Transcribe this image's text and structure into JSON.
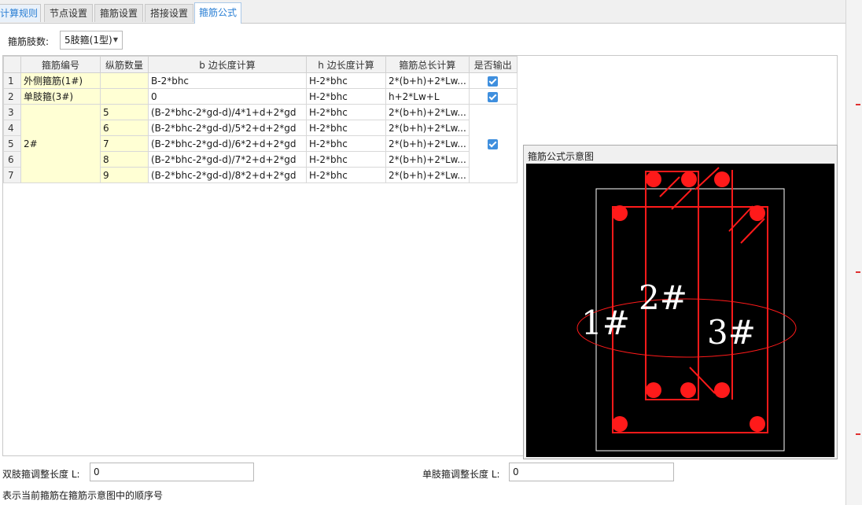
{
  "tabs": [
    "计算规则",
    "节点设置",
    "箍筋设置",
    "搭接设置",
    "箍筋公式"
  ],
  "stirrup_count": {
    "label": "箍筋肢数:",
    "value": "5肢箍(1型)"
  },
  "grid": {
    "headers": [
      "箍筋编号",
      "纵筋数量",
      "b 边长度计算",
      "h 边长度计算",
      "箍筋总长计算",
      "是否输出"
    ],
    "row_numbers": [
      "1",
      "2",
      "3",
      "4",
      "5",
      "6",
      "7"
    ],
    "rows": [
      {
        "id": "外侧箍筋(1#)",
        "qty": "",
        "b": "B-2*bhc",
        "h": "H-2*bhc",
        "total": "2*(b+h)+2*Lw..."
      },
      {
        "id": "单肢箍(3#)",
        "qty": "",
        "b": "0",
        "h": "H-2*bhc",
        "total": "h+2*Lw+L"
      },
      {
        "id": "2#",
        "qty": "5",
        "b": "(B-2*bhc-2*gd-d)/4*1+d+2*gd",
        "h": "H-2*bhc",
        "total": "2*(b+h)+2*Lw..."
      },
      {
        "id": "",
        "qty": "6",
        "b": "(B-2*bhc-2*gd-d)/5*2+d+2*gd",
        "h": "H-2*bhc",
        "total": "2*(b+h)+2*Lw..."
      },
      {
        "id": "",
        "qty": "7",
        "b": "(B-2*bhc-2*gd-d)/6*2+d+2*gd",
        "h": "H-2*bhc",
        "total": "2*(b+h)+2*Lw..."
      },
      {
        "id": "",
        "qty": "8",
        "b": "(B-2*bhc-2*gd-d)/7*2+d+2*gd",
        "h": "H-2*bhc",
        "total": "2*(b+h)+2*Lw..."
      },
      {
        "id": "",
        "qty": "9",
        "b": "(B-2*bhc-2*gd-d)/8*2+d+2*gd",
        "h": "H-2*bhc",
        "total": "2*(b+h)+2*Lw..."
      }
    ]
  },
  "diagram": {
    "title": "箍筋公式示意图",
    "labels": [
      "1#",
      "2#",
      "3#"
    ],
    "colors": {
      "background": "#000000",
      "rebar": "#ff1a1a",
      "outline": "#ffffff"
    }
  },
  "double_adjust": {
    "label": "双肢箍调整长度 L:",
    "value": "0"
  },
  "single_adjust": {
    "label": "单肢箍调整长度 L:",
    "value": "0"
  },
  "status_text": "表示当前箍筋在箍筋示意图中的顺序号"
}
